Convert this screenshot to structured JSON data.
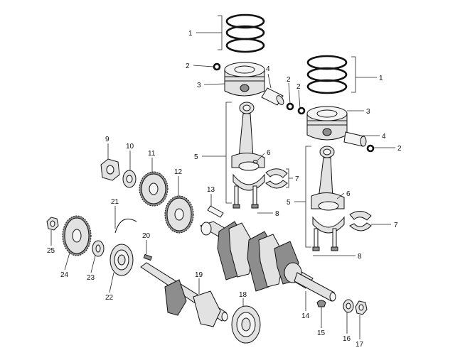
{
  "callouts": [
    {
      "id": "1a",
      "text": "1"
    },
    {
      "id": "2a",
      "text": "2"
    },
    {
      "id": "3a",
      "text": "3"
    },
    {
      "id": "4a",
      "text": "4"
    },
    {
      "id": "2b",
      "text": "2"
    },
    {
      "id": "2c",
      "text": "2"
    },
    {
      "id": "1b",
      "text": "1"
    },
    {
      "id": "3b",
      "text": "3"
    },
    {
      "id": "4b",
      "text": "4"
    },
    {
      "id": "2d",
      "text": "2"
    },
    {
      "id": "5a",
      "text": "5"
    },
    {
      "id": "6a",
      "text": "6"
    },
    {
      "id": "7a",
      "text": "7"
    },
    {
      "id": "8a",
      "text": "8"
    },
    {
      "id": "5b",
      "text": "5"
    },
    {
      "id": "6b",
      "text": "6"
    },
    {
      "id": "7b",
      "text": "7"
    },
    {
      "id": "8b",
      "text": "8"
    },
    {
      "id": "9",
      "text": "9"
    },
    {
      "id": "10",
      "text": "10"
    },
    {
      "id": "11",
      "text": "11"
    },
    {
      "id": "12",
      "text": "12"
    },
    {
      "id": "13",
      "text": "13"
    },
    {
      "id": "14",
      "text": "14"
    },
    {
      "id": "15",
      "text": "15"
    },
    {
      "id": "16",
      "text": "16"
    },
    {
      "id": "17",
      "text": "17"
    },
    {
      "id": "18",
      "text": "18"
    },
    {
      "id": "19",
      "text": "19"
    },
    {
      "id": "20",
      "text": "20"
    },
    {
      "id": "21",
      "text": "21"
    },
    {
      "id": "22",
      "text": "22"
    },
    {
      "id": "23",
      "text": "23"
    },
    {
      "id": "24",
      "text": "24"
    },
    {
      "id": "25",
      "text": "25"
    }
  ]
}
